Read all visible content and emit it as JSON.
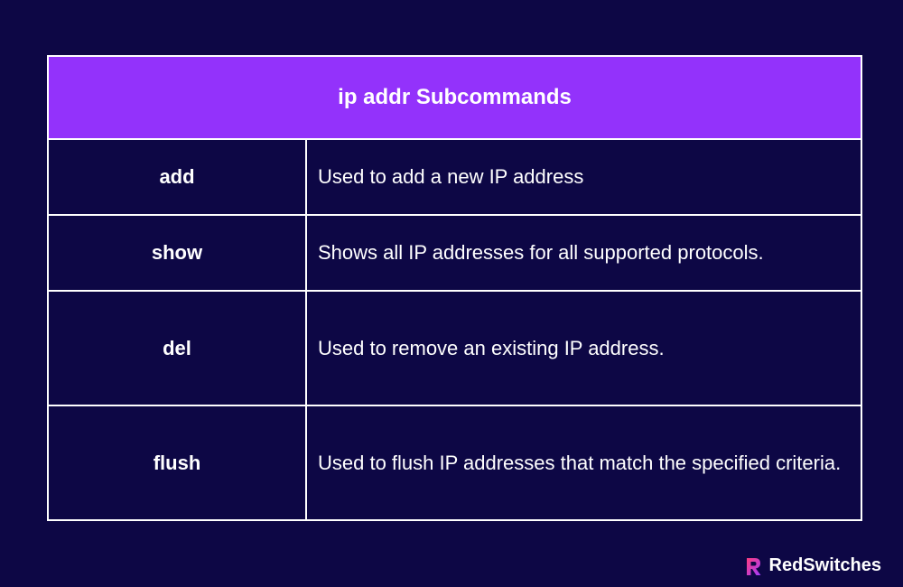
{
  "table": {
    "title": "ip addr Subcommands",
    "rows": [
      {
        "command": "add",
        "description": "Used to add a new IP address"
      },
      {
        "command": "show",
        "description": "Shows all IP addresses for all supported protocols."
      },
      {
        "command": "del",
        "description": "Used to remove an existing IP address."
      },
      {
        "command": "flush",
        "description": "Used to flush IP addresses that match the specified criteria."
      }
    ]
  },
  "brand": {
    "name": "RedSwitches",
    "logo_icon": "redswitches-logo-icon"
  },
  "colors": {
    "background": "#0d0745",
    "header": "#9332fb",
    "border": "#ffffff",
    "text": "#ffffff",
    "logo_gradient_start": "#ff3d7f",
    "logo_gradient_end": "#a13bff"
  }
}
